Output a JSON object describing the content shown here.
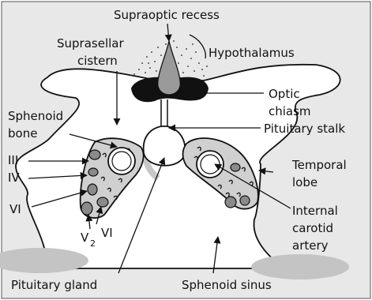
{
  "labels": {
    "supraoptic_recess": "Supraoptic recess",
    "hypothalamus": "Hypothalamus",
    "suprasellar_cistern_1": "Suprasellar",
    "suprasellar_cistern_2": "cistern",
    "optic_chiasm_1": "Optic",
    "optic_chiasm_2": "chiasm",
    "pituitary_stalk": "Pituitary stalk",
    "sphenoid_bone_1": "Sphenoid",
    "sphenoid_bone_2": "bone",
    "nerve_III": "III",
    "nerve_IV": "IV",
    "nerve_VI_left": "VI",
    "nerve_V": "V",
    "nerve_V_sub": "2",
    "nerve_VI_lower": "VI",
    "temporal_lobe_1": "Temporal",
    "temporal_lobe_2": "lobe",
    "internal_carotid_1": "Internal",
    "internal_carotid_2": "carotid",
    "internal_carotid_3": "artery",
    "pituitary_gland": "Pituitary gland",
    "sphenoid_sinus": "Sphenoid sinus"
  },
  "colors": {
    "background": "#e8e8e8",
    "outline": "#111111",
    "chiasm": "#111111",
    "cavernous_fill": "#d0d0d0",
    "nerve_fill": "#8a8a8a",
    "sinus_shadow": "#c4c4c4"
  }
}
